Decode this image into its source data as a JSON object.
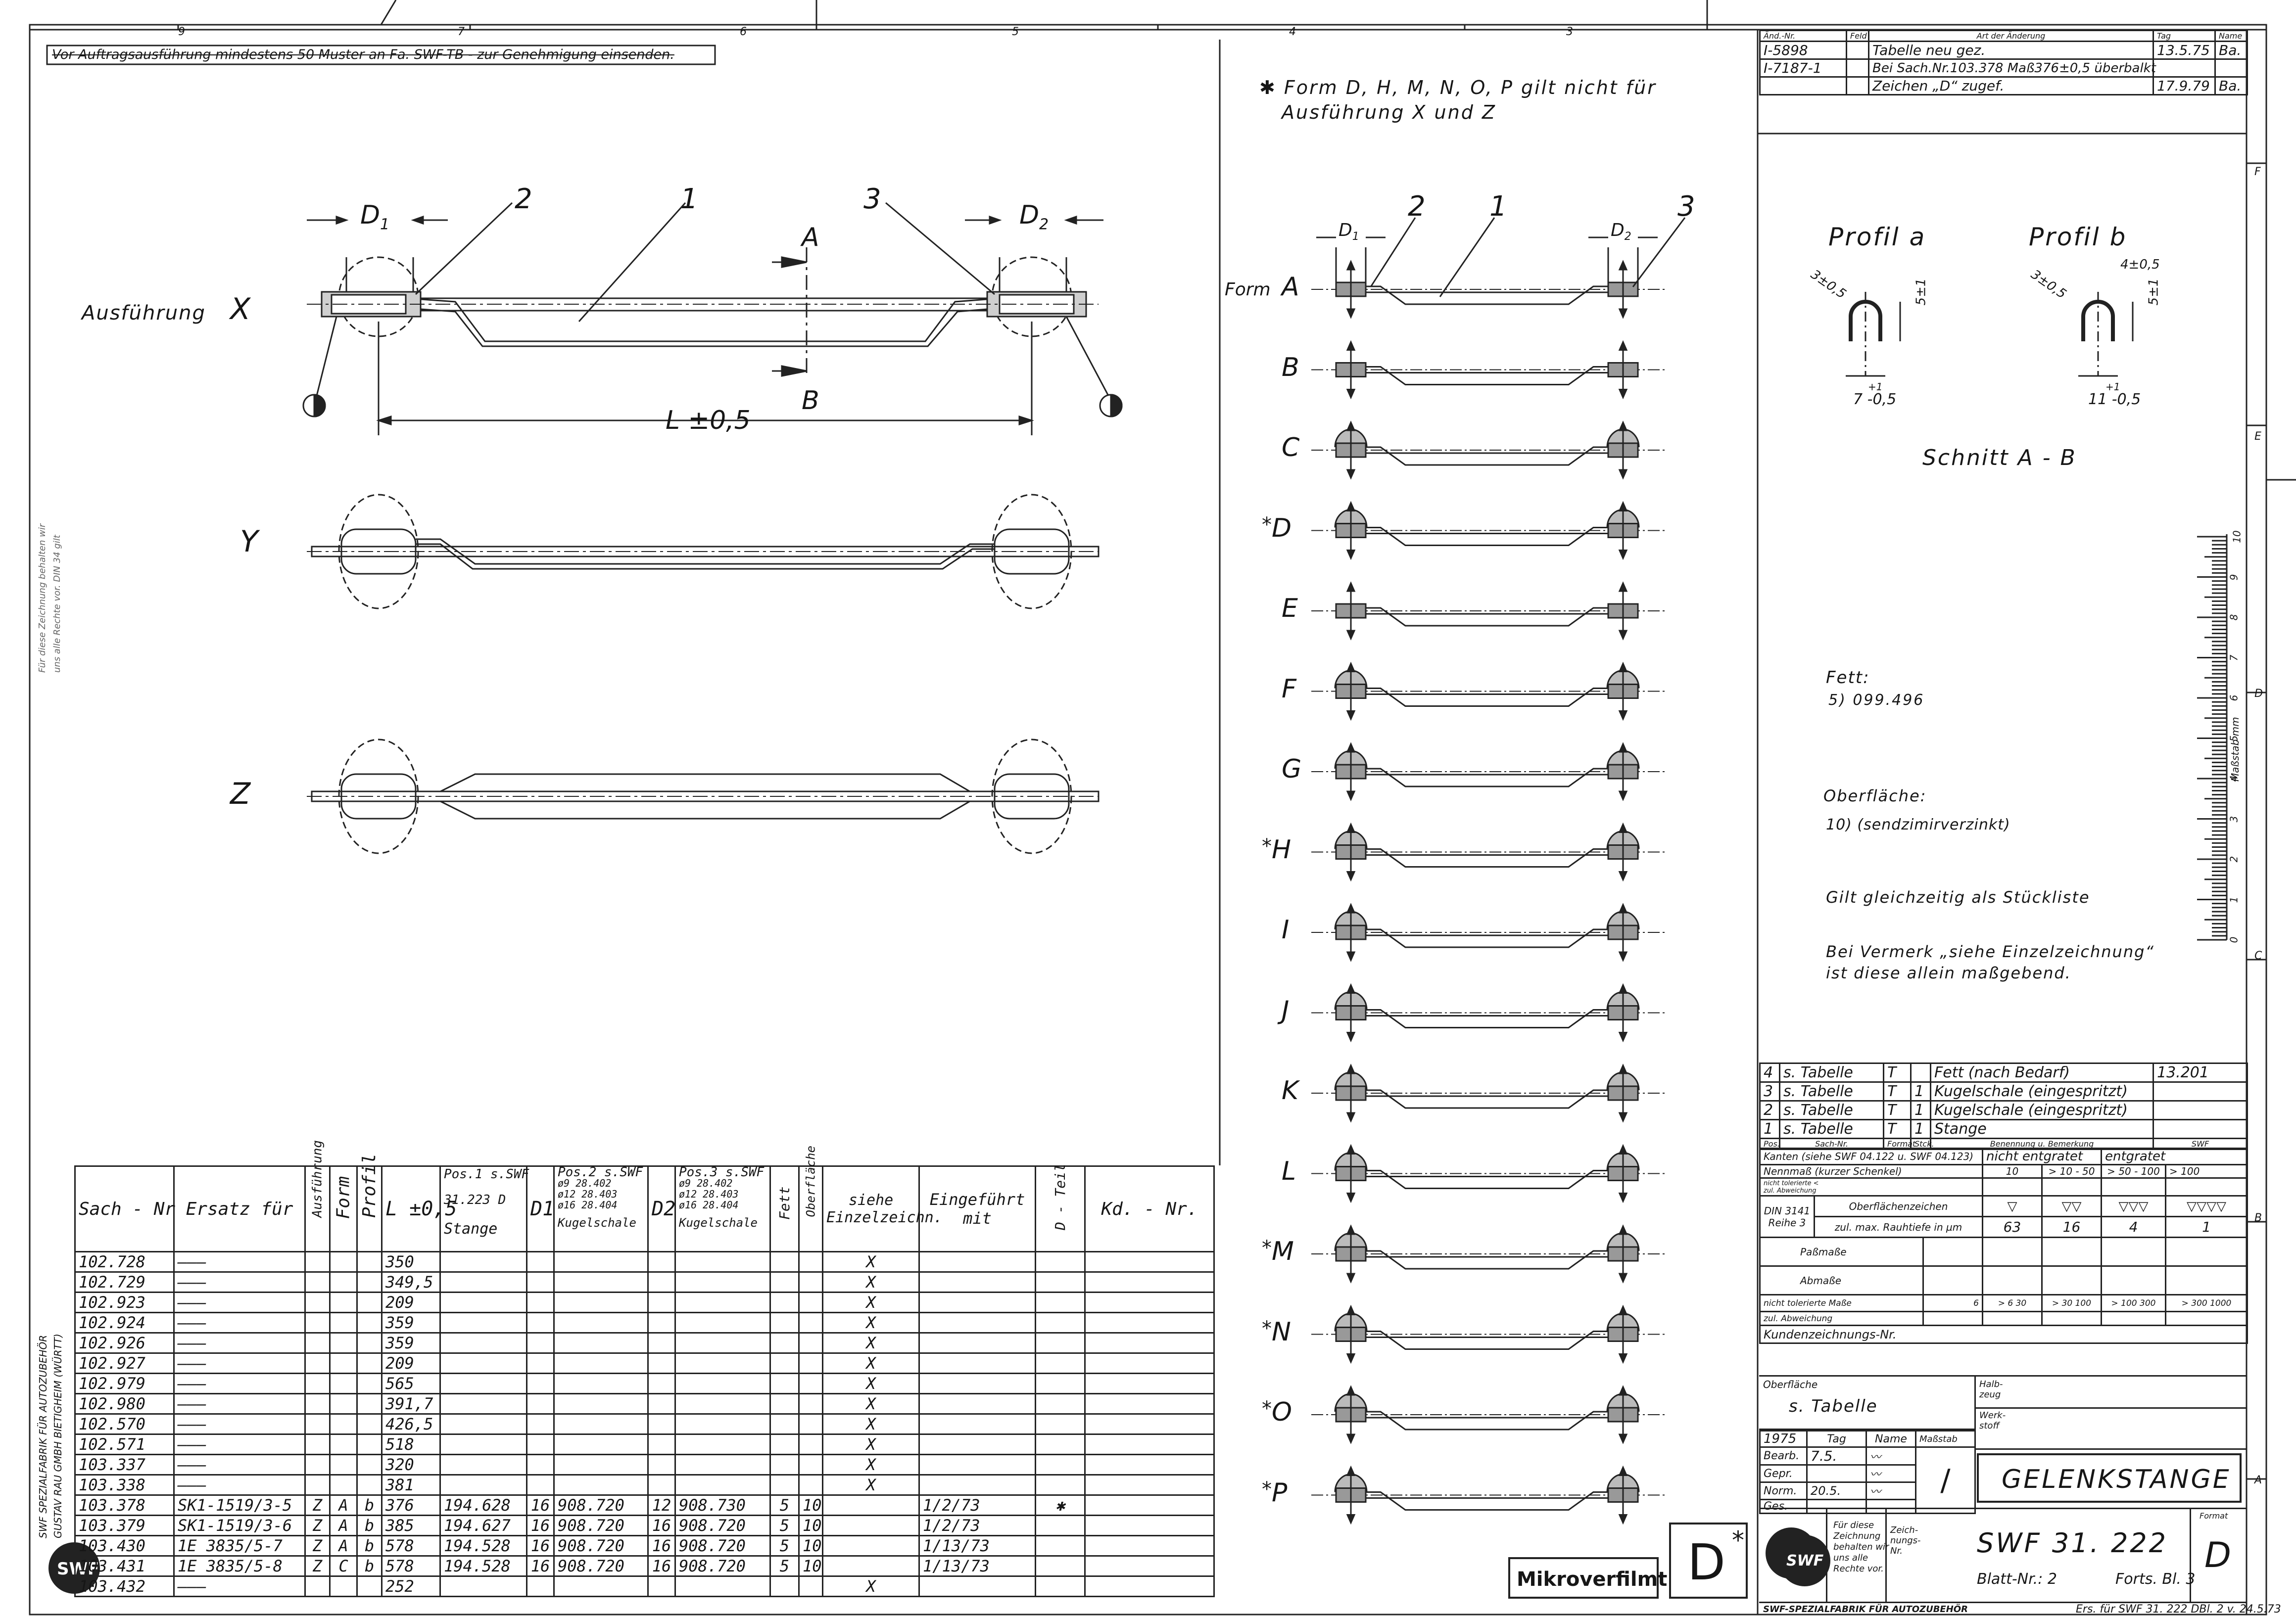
{
  "header": {
    "note": "Vor Auftragsausführung mindestens 50 Muster an Fa. SWF-TB - zur Genehmigung einsenden.",
    "zone_numbers": [
      "9",
      "7",
      "6",
      "5",
      "4",
      "3"
    ],
    "side_zone_letters": [
      "F",
      "E",
      "D",
      "C",
      "B",
      "A"
    ]
  },
  "left_view": {
    "ausfuhrung_label": "Ausführung",
    "variants": [
      "X",
      "Y",
      "Z"
    ],
    "dim_d1": "D",
    "dim_d1_sub": "1",
    "dim_d2": "D",
    "dim_d2_sub": "2",
    "length_label": "L ±0,5",
    "section_a": "A",
    "section_b": "B",
    "callouts": [
      "2",
      "1",
      "3"
    ],
    "side_note_1": "Für diese Zeichnung behalten wir",
    "side_note_2": "uns alle Rechte vor. DIN 34 gilt"
  },
  "forms": {
    "note_line1": "✱ Form D, H, M, N, O, P gilt nicht für",
    "note_line2": "Ausführung X und Z",
    "form_label": "Form",
    "letters": [
      "A",
      "B",
      "C",
      "D",
      "E",
      "F",
      "G",
      "H",
      "I",
      "J",
      "K",
      "L",
      "M",
      "N",
      "O",
      "P"
    ],
    "starred": [
      "D",
      "H",
      "M",
      "N",
      "O",
      "P"
    ],
    "callouts": [
      "2",
      "1",
      "3"
    ],
    "d1": "D",
    "d1_sub": "1",
    "d2": "D",
    "d2_sub": "2",
    "mikroverfilmt": "Mikroverfilmt",
    "d_star": "D",
    "star": "*"
  },
  "revision": {
    "headers": [
      "Änd.-Nr.",
      "Feld",
      "Art der Änderung",
      "Tag",
      "Name"
    ],
    "rows": [
      [
        "I-5898",
        "",
        "Tabelle neu gez.",
        "13.5.75",
        "Ba."
      ],
      [
        "I-7187-1",
        "",
        "Bei Sach.Nr.103.378 Maß376±0,5 überbalkt",
        "",
        ""
      ],
      [
        "",
        "",
        "Zeichen „D“ zugef.",
        "17.9.79",
        "Ba."
      ]
    ]
  },
  "profiles": {
    "profil_a": "Profil a",
    "profil_b": "Profil b",
    "dim_a_1": "3±0,5",
    "dim_a_2": "5±1",
    "dim_a_3": "7 -0,5",
    "dim_b_1": "3±0,5",
    "dim_b_2": "4±0,5",
    "dim_b_3": "5±1",
    "dim_b_4": "11 -0,5",
    "plus1": "+1",
    "schnitt": "Schnitt A - B"
  },
  "scale_ruler": {
    "labels": [
      "10",
      "9",
      "8",
      "7",
      "6",
      "5",
      "4",
      "3",
      "2",
      "1",
      "0"
    ],
    "unit": "Maßstab mm"
  },
  "notes": {
    "fett_label": "Fett:",
    "fett_value": "5) 099.496",
    "oberflache_label": "Oberfläche:",
    "oberflache_value": "10) (sendzimirverzinkt)",
    "stuckliste": "Gilt gleichzeitig als Stückliste",
    "vermerk_1": "Bei Vermerk „siehe Einzelzeichnung“",
    "vermerk_2": "ist diese allein maßgebend."
  },
  "bom": {
    "rows": [
      [
        "4",
        "s. Tabelle",
        "T",
        "",
        "Fett (nach Bedarf)",
        "13.201"
      ],
      [
        "3",
        "s. Tabelle",
        "T",
        "1",
        "Kugelschale (eingespritzt)",
        ""
      ],
      [
        "2",
        "s. Tabelle",
        "T",
        "1",
        "Kugelschale (eingespritzt)",
        ""
      ],
      [
        "1",
        "s. Tabelle",
        "T",
        "1",
        "Stange",
        ""
      ]
    ],
    "headers": [
      "Pos.",
      "Sach-Nr.",
      "Format",
      "Stck.",
      "Benennung u. Bemerkung",
      "SWF"
    ]
  },
  "tolerance": {
    "kanten": "Kanten (siehe SWF 04.122 u. SWF 04.123)",
    "kanten_a": "nicht entgratet",
    "kanten_b": "entgratet",
    "nennmass": "Nennmaß (kurzer Schenkel)",
    "nennmass_vals": [
      "10",
      "> 10 - 50",
      "> 50 - 100",
      "> 100"
    ],
    "nicht_tol": "nicht tolerierte <",
    "zul_abw": "zul. Abweichung",
    "din": "DIN 3141",
    "reihe": "Reihe 3",
    "oberflachenzeichen": "Oberflächenzeichen",
    "rauhtiefe": "zul. max. Rauhtiefe in µm",
    "symbols": [
      "▽",
      "▽▽",
      "▽▽▽",
      "▽▽▽▽"
    ],
    "rauh_vals": [
      "63",
      "16",
      "4",
      "1"
    ],
    "passmasse": "Paßmaße",
    "abmasse": "Abmaße",
    "nicht_tol_masse": "nicht tolerierte Maße",
    "ntm_vals": [
      "6",
      "> 6 30",
      "> 30 100",
      "> 100 300",
      "> 300 1000"
    ],
    "zul_abweichung": "zul. Abweichung",
    "kundenzeichnungs": "Kundenzeichnungs-Nr."
  },
  "title_block": {
    "oberflache_label": "Oberfläche",
    "oberflache_value": "s. Tabelle",
    "halbzeug": "Halb- zeug",
    "werkstoff": "Werk- stoff",
    "year": "1975",
    "tag": "Tag",
    "name": "Name",
    "massstab": "Maßstab",
    "massstab_value": "/",
    "bearb": "Bearb.",
    "bearb_date": "7.5.",
    "gepr": "Gepr.",
    "norm": "Norm.",
    "norm_date": "20.5.",
    "gez": "Ges.",
    "part_name": "GELENKSTANGE",
    "rights_1": "Für diese",
    "rights_2": "Zeichnung",
    "rights_3": "behalten wir",
    "rights_4": "uns alle",
    "rights_5": "Rechte vor.",
    "zeichnungs_nr_label": "Zeich- nungs- Nr.",
    "drawing_number": "SWF 31. 222",
    "blatt": "Blatt-Nr.: 2",
    "forts": "Forts. Bl. 3",
    "format_label": "Format",
    "format_value": "D",
    "company": "SWF-SPEZIALFABRIK FÜR AUTOZUBEHÖR",
    "ers_fur": "Ers. für SWF 31. 222 DBl. 2 v. 24.5.73",
    "logo": "SWF"
  },
  "company_side": {
    "line1": "SWF SPEZIALFABRIK FÜR AUTOZUBEHÖR",
    "line2": "GUSTAV RAU GMBH BIETIGHEIM (WÜRTT)"
  },
  "parts_table": {
    "headers": {
      "sach_nr": "Sach - Nr",
      "ersatz": "Ersatz für",
      "ausfuhrung": "Ausführung",
      "form": "Form",
      "profil": "Profil",
      "l": "L ±0,5",
      "pos1_title": "Pos.1 s.SWF",
      "pos1_sub": "31.223 D",
      "pos1_bottom": "Stange",
      "d1": "D1",
      "pos2_title": "Pos.2 s.SWF",
      "pos2_lines": [
        "ø9  28.402",
        "ø12 28.403",
        "ø16 28.404"
      ],
      "pos2_bottom": "Kugelschale",
      "d2": "D2",
      "pos3_title": "Pos.3 s.SWF",
      "pos3_lines": [
        "ø9  28.402",
        "ø12 28.403",
        "ø16 28.404"
      ],
      "pos3_bottom": "Kugelschale",
      "fett": "Fett",
      "oberflache": "Oberfläche",
      "siehe": "siehe Einzelzeichn.",
      "eingefuhrt": "Eingeführt mit",
      "d_teil": "D - Teil",
      "kd_nr": "Kd. - Nr."
    },
    "rows": [
      [
        "102.728",
        "———",
        "",
        "",
        "",
        "350",
        "",
        "",
        "",
        "",
        "",
        "",
        "",
        "X",
        "",
        "",
        ""
      ],
      [
        "102.729",
        "———",
        "",
        "",
        "",
        "349,5",
        "",
        "",
        "",
        "",
        "",
        "",
        "",
        "X",
        "",
        "",
        ""
      ],
      [
        "102.923",
        "———",
        "",
        "",
        "",
        "209",
        "",
        "",
        "",
        "",
        "",
        "",
        "",
        "X",
        "",
        "",
        ""
      ],
      [
        "102.924",
        "———",
        "",
        "",
        "",
        "359",
        "",
        "",
        "",
        "",
        "",
        "",
        "",
        "X",
        "",
        "",
        ""
      ],
      [
        "102.926",
        "———",
        "",
        "",
        "",
        "359",
        "",
        "",
        "",
        "",
        "",
        "",
        "",
        "X",
        "",
        "",
        ""
      ],
      [
        "102.927",
        "———",
        "",
        "",
        "",
        "209",
        "",
        "",
        "",
        "",
        "",
        "",
        "",
        "X",
        "",
        "",
        ""
      ],
      [
        "102.979",
        "———",
        "",
        "",
        "",
        "565",
        "",
        "",
        "",
        "",
        "",
        "",
        "",
        "X",
        "",
        "",
        ""
      ],
      [
        "102.980",
        "———",
        "",
        "",
        "",
        "391,7",
        "",
        "",
        "",
        "",
        "",
        "",
        "",
        "X",
        "",
        "",
        ""
      ],
      [
        "102.570",
        "———",
        "",
        "",
        "",
        "426,5",
        "",
        "",
        "",
        "",
        "",
        "",
        "",
        "X",
        "",
        "",
        ""
      ],
      [
        "102.571",
        "———",
        "",
        "",
        "",
        "518",
        "",
        "",
        "",
        "",
        "",
        "",
        "",
        "X",
        "",
        "",
        ""
      ],
      [
        "103.337",
        "———",
        "",
        "",
        "",
        "320",
        "",
        "",
        "",
        "",
        "",
        "",
        "",
        "X",
        "",
        "",
        ""
      ],
      [
        "103.338",
        "———",
        "",
        "",
        "",
        "381",
        "",
        "",
        "",
        "",
        "",
        "",
        "",
        "X",
        "",
        "",
        ""
      ],
      [
        "103.378",
        "SK1-1519/3-5",
        "Z",
        "A",
        "b",
        "376",
        "194.628",
        "16",
        "908.720",
        "12",
        "908.730",
        "5",
        "10",
        "",
        "1/2/73",
        "✱",
        ""
      ],
      [
        "103.379",
        "SK1-1519/3-6",
        "Z",
        "A",
        "b",
        "385",
        "194.627",
        "16",
        "908.720",
        "16",
        "908.720",
        "5",
        "10",
        "",
        "1/2/73",
        "",
        ""
      ],
      [
        "103.430",
        "1E 3835/5-7",
        "Z",
        "A",
        "b",
        "578",
        "194.528",
        "16",
        "908.720",
        "16",
        "908.720",
        "5",
        "10",
        "",
        "1/13/73",
        "",
        ""
      ],
      [
        "103.431",
        "1E 3835/5-8",
        "Z",
        "C",
        "b",
        "578",
        "194.528",
        "16",
        "908.720",
        "16",
        "908.720",
        "5",
        "10",
        "",
        "1/13/73",
        "",
        ""
      ],
      [
        "103.432",
        "———",
        "",
        "",
        "",
        "252",
        "",
        "",
        "",
        "",
        "",
        "",
        "",
        "X",
        "",
        "",
        ""
      ]
    ]
  }
}
